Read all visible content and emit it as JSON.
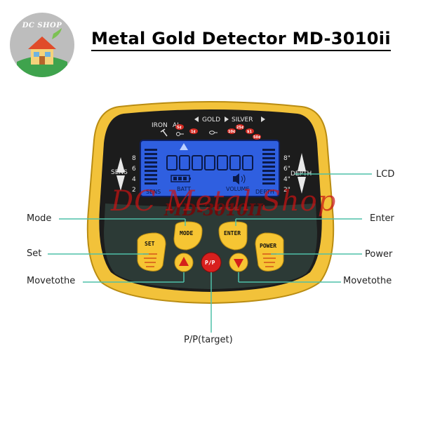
{
  "brand": {
    "logo_text": "DC SHOP",
    "title": "Metal Gold Detector MD-3010ii",
    "watermark": "DC Metal Shop"
  },
  "device": {
    "model": "MD-3010II",
    "colors": {
      "bezel": "#f2c23a",
      "panel": "#1c1c1c",
      "lcd": "#2f5fe0",
      "button": "#f6c533",
      "pp_button": "#d8201e"
    },
    "metal_scale": [
      "IRON",
      "AL",
      "GOLD",
      "SILVER"
    ],
    "chips": [
      "5¢",
      "1¢",
      "10¢",
      "25¢",
      "$1",
      "50¢"
    ],
    "sens_label": "SENS",
    "sens_ticks": [
      "8",
      "6",
      "4",
      "2"
    ],
    "depth_label": "DEPTH",
    "depth_ticks": [
      "8\"",
      "6\"",
      "4\"",
      "2\""
    ],
    "lcd": {
      "sens": "SENS",
      "batt": "BATT",
      "volume": "VOLUME",
      "depth": "DEPTH"
    },
    "buttons": {
      "mode": "MODE",
      "enter": "ENTER",
      "set": "SET",
      "power": "POWER",
      "pp": "P/P"
    }
  },
  "callouts": {
    "lcd": "LCD",
    "mode": "Mode",
    "enter": "Enter",
    "set": "Set",
    "power": "Power",
    "move_left": "Movetothe",
    "move_right": "Movetothe",
    "pp_target": "P/P(target)"
  },
  "icons": {
    "logo": "house-icon",
    "battery": "battery-icon",
    "speaker": "speaker-icon",
    "up": "arrow-up-icon",
    "down": "arrow-down-icon",
    "screw": "screw-icon",
    "ring": "ring-icon",
    "key": "key-icon"
  }
}
